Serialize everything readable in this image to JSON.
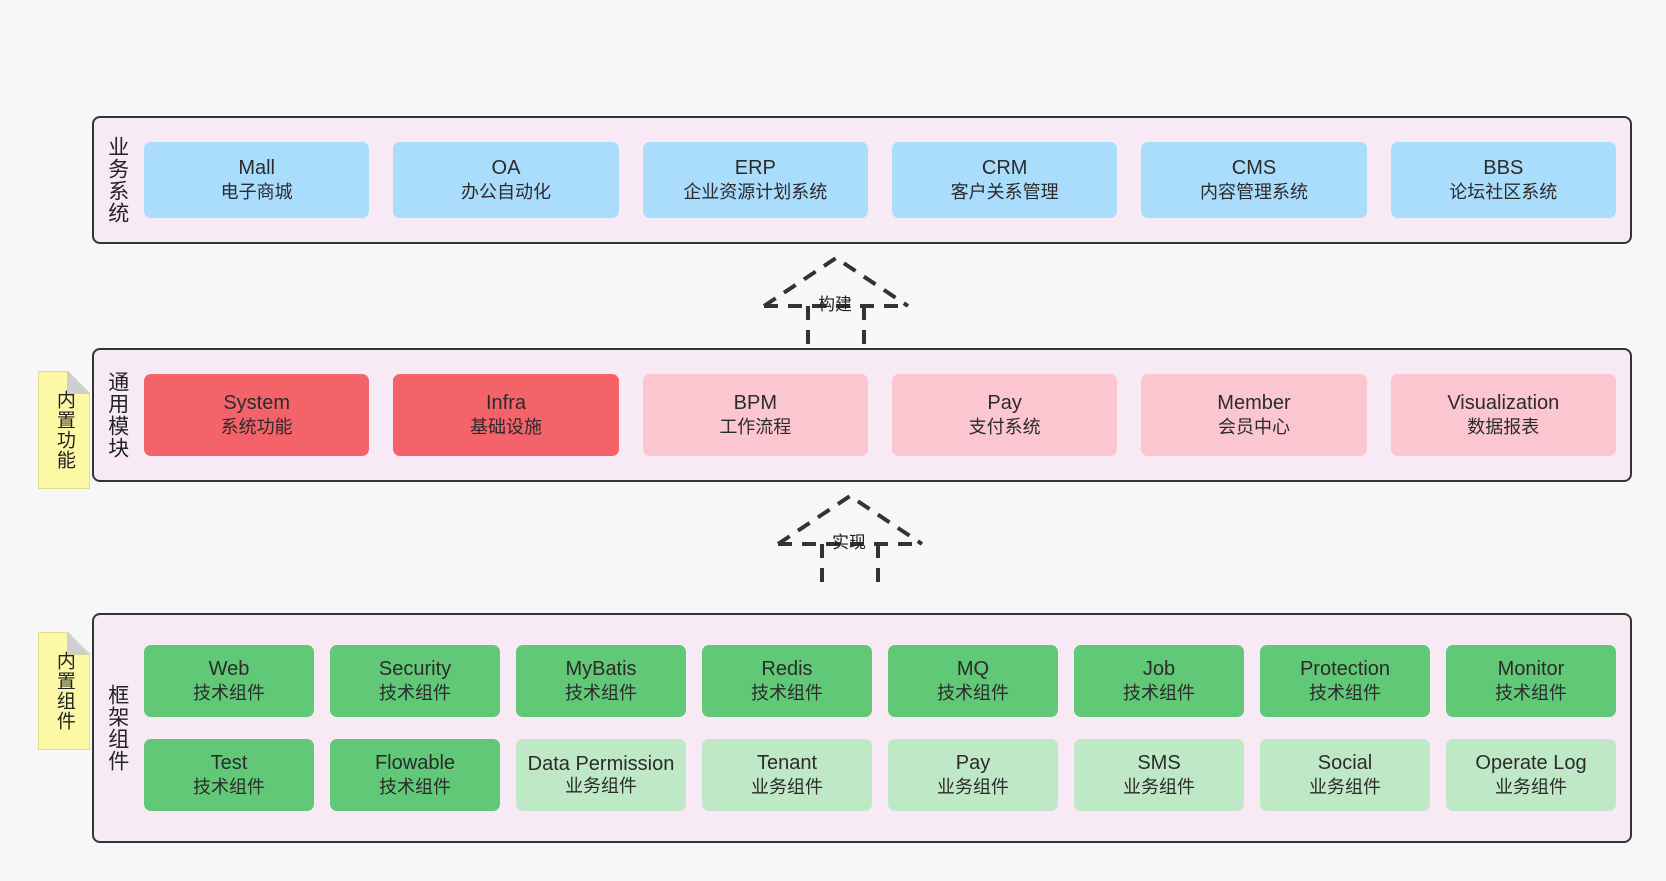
{
  "diagram": {
    "background": "#f7f7f7",
    "panel_bg": "#f8eaf4",
    "panel_border": "#333333"
  },
  "notes": [
    {
      "id": "note-builtin-features",
      "text": "内置功能",
      "color": "#fcf8a6"
    },
    {
      "id": "note-builtin-components",
      "text": "内置组件",
      "color": "#fcf8a6"
    }
  ],
  "layers": [
    {
      "id": "business-systems",
      "title": "业务系统",
      "rows": [
        {
          "cards": [
            {
              "en": "Mall",
              "cn": "电子商城",
              "color": "#aadcfb",
              "style": "c-blue"
            },
            {
              "en": "OA",
              "cn": "办公自动化",
              "color": "#aadcfb",
              "style": "c-blue"
            },
            {
              "en": "ERP",
              "cn": "企业资源计划系统",
              "color": "#aadcfb",
              "style": "c-blue"
            },
            {
              "en": "CRM",
              "cn": "客户关系管理",
              "color": "#aadcfb",
              "style": "c-blue"
            },
            {
              "en": "CMS",
              "cn": "内容管理系统",
              "color": "#aadcfb",
              "style": "c-blue"
            },
            {
              "en": "BBS",
              "cn": "论坛社区系统",
              "color": "#aadcfb",
              "style": "c-blue"
            }
          ]
        }
      ]
    },
    {
      "id": "common-modules",
      "title": "通用模块",
      "rows": [
        {
          "cards": [
            {
              "en": "System",
              "cn": "系统功能",
              "color": "#f4626a",
              "style": "c-red"
            },
            {
              "en": "Infra",
              "cn": "基础设施",
              "color": "#f4626a",
              "style": "c-red"
            },
            {
              "en": "BPM",
              "cn": "工作流程",
              "color": "#fbc6cf",
              "style": "c-pink"
            },
            {
              "en": "Pay",
              "cn": "支付系统",
              "color": "#fbc6cf",
              "style": "c-pink"
            },
            {
              "en": "Member",
              "cn": "会员中心",
              "color": "#fbc6cf",
              "style": "c-pink"
            },
            {
              "en": "Visualization",
              "cn": "数据报表",
              "color": "#fbc6cf",
              "style": "c-pink"
            }
          ]
        }
      ]
    },
    {
      "id": "framework-components",
      "title": "框架组件",
      "rows": [
        {
          "cards": [
            {
              "en": "Web",
              "cn": "技术组件",
              "color": "#61c877",
              "style": "c-green"
            },
            {
              "en": "Security",
              "cn": "技术组件",
              "color": "#61c877",
              "style": "c-green"
            },
            {
              "en": "MyBatis",
              "cn": "技术组件",
              "color": "#61c877",
              "style": "c-green"
            },
            {
              "en": "Redis",
              "cn": "技术组件",
              "color": "#61c877",
              "style": "c-green"
            },
            {
              "en": "MQ",
              "cn": "技术组件",
              "color": "#61c877",
              "style": "c-green"
            },
            {
              "en": "Job",
              "cn": "技术组件",
              "color": "#61c877",
              "style": "c-green"
            },
            {
              "en": "Protection",
              "cn": "技术组件",
              "color": "#61c877",
              "style": "c-green"
            },
            {
              "en": "Monitor",
              "cn": "技术组件",
              "color": "#61c877",
              "style": "c-green"
            }
          ]
        },
        {
          "cards": [
            {
              "en": "Test",
              "cn": "技术组件",
              "color": "#61c877",
              "style": "c-green"
            },
            {
              "en": "Flowable",
              "cn": "技术组件",
              "color": "#61c877",
              "style": "c-green"
            },
            {
              "en": "Data Permission",
              "cn": "业务组件",
              "color": "#bfe8c7",
              "style": "c-lightgrn"
            },
            {
              "en": "Tenant",
              "cn": "业务组件",
              "color": "#bfe8c7",
              "style": "c-lightgrn"
            },
            {
              "en": "Pay",
              "cn": "业务组件",
              "color": "#bfe8c7",
              "style": "c-lightgrn"
            },
            {
              "en": "SMS",
              "cn": "业务组件",
              "color": "#bfe8c7",
              "style": "c-lightgrn"
            },
            {
              "en": "Social",
              "cn": "业务组件",
              "color": "#bfe8c7",
              "style": "c-lightgrn"
            },
            {
              "en": "Operate Log",
              "cn": "业务组件",
              "color": "#bfe8c7",
              "style": "c-lightgrn"
            }
          ]
        }
      ]
    }
  ],
  "connectors": [
    {
      "id": "connector-build",
      "label": "构建",
      "from": "common-modules",
      "to": "business-systems",
      "style": "dashed-generalization"
    },
    {
      "id": "connector-implement",
      "label": "实现",
      "from": "framework-components",
      "to": "common-modules",
      "style": "dashed-generalization"
    }
  ]
}
